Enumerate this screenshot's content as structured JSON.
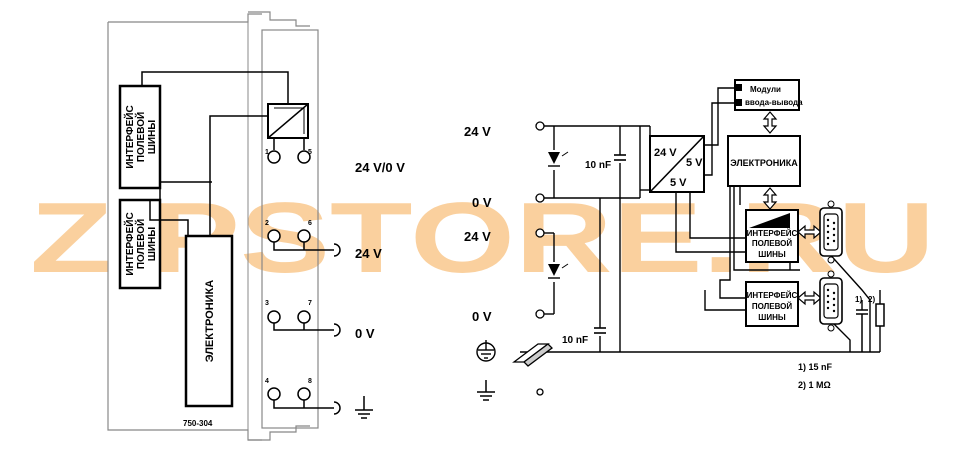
{
  "watermark": "ZIPSTORE.RU",
  "left_module": {
    "part_number": "750-304",
    "bus_interface_top": [
      "ИНТЕРФЕЙС",
      "ПОЛЕВОЙ",
      "ШИНЫ"
    ],
    "bus_interface_bottom": [
      "ИНТЕРФЕЙС",
      "ПОЛЕВОЙ",
      "ШИНЫ"
    ],
    "electronics": "ЭЛЕКТРОНИКА",
    "terminals": [
      "1",
      "5",
      "2",
      "6",
      "3",
      "7",
      "4",
      "8"
    ],
    "voltage_labels": [
      "24 V/0 V",
      "24 V",
      "0 V"
    ]
  },
  "right_schematic": {
    "supply_labels": [
      "24 V",
      "0 V",
      "24 V",
      "0 V"
    ],
    "capacitor_labels": [
      "10 nF",
      "10 nF"
    ],
    "converter_labels": [
      "24 V",
      "5 V",
      "5 V"
    ],
    "io_modules": [
      "Модули",
      "ввода-вывода"
    ],
    "electronics": "ЭЛЕКТРОНИКА",
    "bus_interface_1": [
      "ИНТЕРФЕЙС",
      "ПОЛЕВОЙ",
      "ШИНЫ"
    ],
    "bus_interface_2": [
      "ИНТЕРФЕЙС",
      "ПОЛЕВОЙ",
      "ШИНЫ"
    ],
    "component_markers": [
      "1)",
      "2)"
    ],
    "notes": [
      "1) 15 nF",
      "2) 1 MΩ"
    ]
  },
  "colors": {
    "watermark": "#f5a94e",
    "line": "#000000",
    "frame": "#888888"
  }
}
